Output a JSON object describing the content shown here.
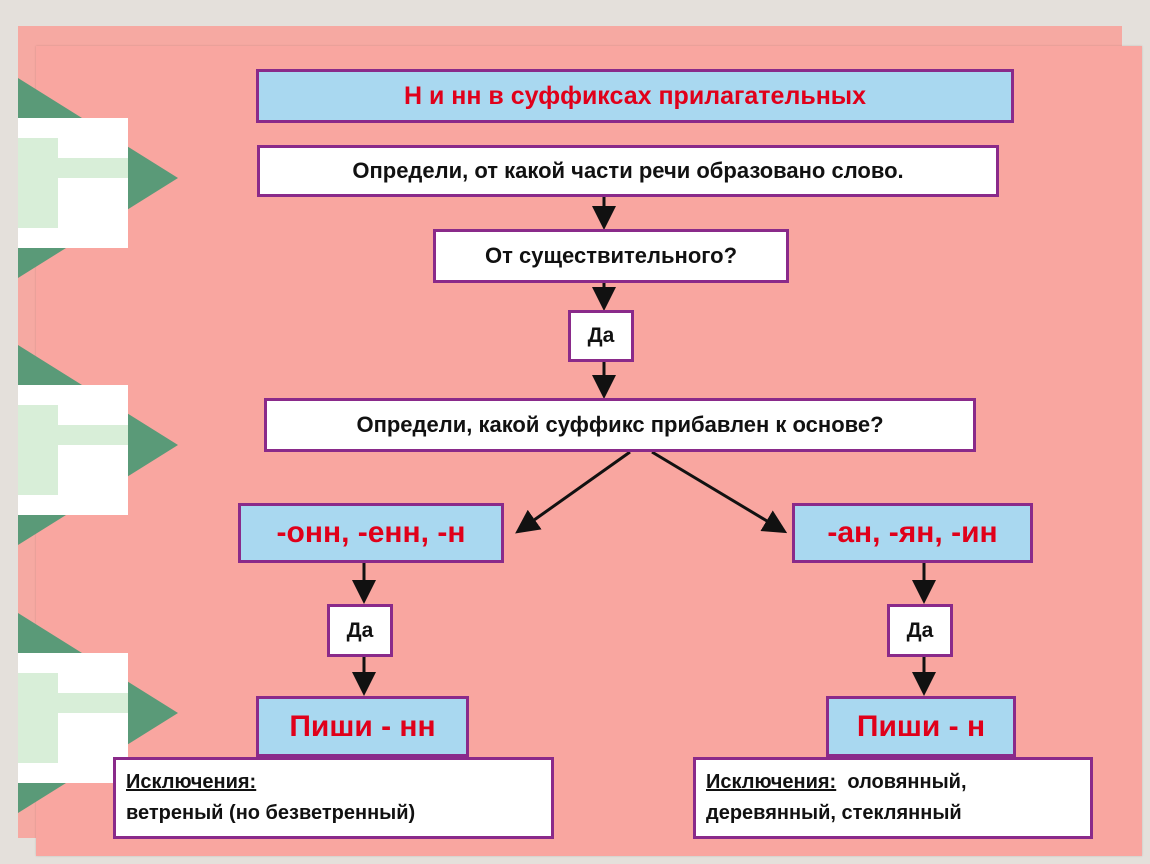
{
  "title": "Н и нн в суффиксах прилагательных",
  "step1": "Определи, от какой части речи образовано слово.",
  "step2": "От существительного?",
  "yes_label": "Да",
  "step3": "Определи, какой суффикс прибавлен к основе?",
  "left": {
    "suffixes": "-онн, -енн, -н",
    "yes": "Да",
    "rule": "Пиши - нн",
    "exceptions_header": "Исключения:",
    "exceptions_text": "ветреный (но безветренный)"
  },
  "right": {
    "suffixes": "-ан, -ян, -ин",
    "yes": "Да",
    "rule": "Пиши - н",
    "exceptions_header": "Исключения:",
    "exceptions_inline": "оловянный,",
    "exceptions_text": "деревянный, стеклянный"
  },
  "colors": {
    "slide": "#f9a6a0",
    "box_border": "#8a2a8a",
    "header_fill": "#a9d8f0",
    "accent_text": "#e0001a",
    "deco_green": "#5a9a78"
  }
}
